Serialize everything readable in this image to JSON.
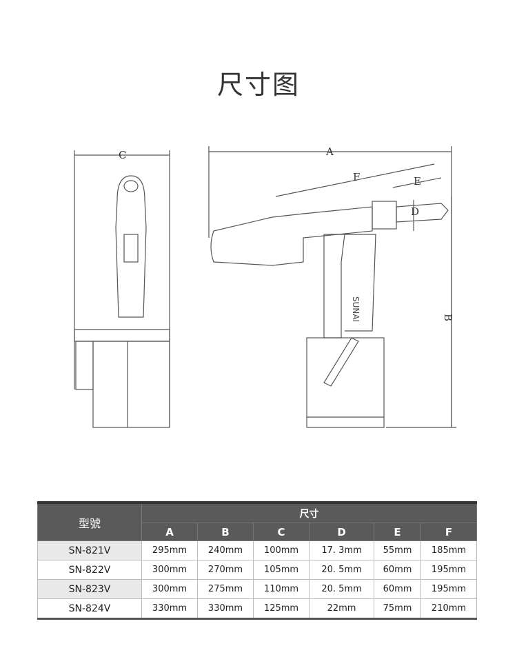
{
  "title": "尺寸图",
  "diagram": {
    "labels": {
      "A": "A",
      "B": "B",
      "C": "C",
      "D": "D",
      "E": "E",
      "F": "F"
    },
    "brand": "SUNAI"
  },
  "table": {
    "model_header": "型號",
    "group_header": "尺寸",
    "columns": [
      "A",
      "B",
      "C",
      "D",
      "E",
      "F"
    ],
    "rows": [
      {
        "model": "SN-821V",
        "values": [
          "295mm",
          "240mm",
          "100mm",
          "17. 3mm",
          "55mm",
          "185mm"
        ]
      },
      {
        "model": "SN-822V",
        "values": [
          "300mm",
          "270mm",
          "105mm",
          "20. 5mm",
          "60mm",
          "195mm"
        ]
      },
      {
        "model": "SN-823V",
        "values": [
          "300mm",
          "275mm",
          "110mm",
          "20. 5mm",
          "60mm",
          "195mm"
        ]
      },
      {
        "model": "SN-824V",
        "values": [
          "330mm",
          "330mm",
          "125mm",
          "22mm",
          "75mm",
          "210mm"
        ]
      }
    ]
  }
}
